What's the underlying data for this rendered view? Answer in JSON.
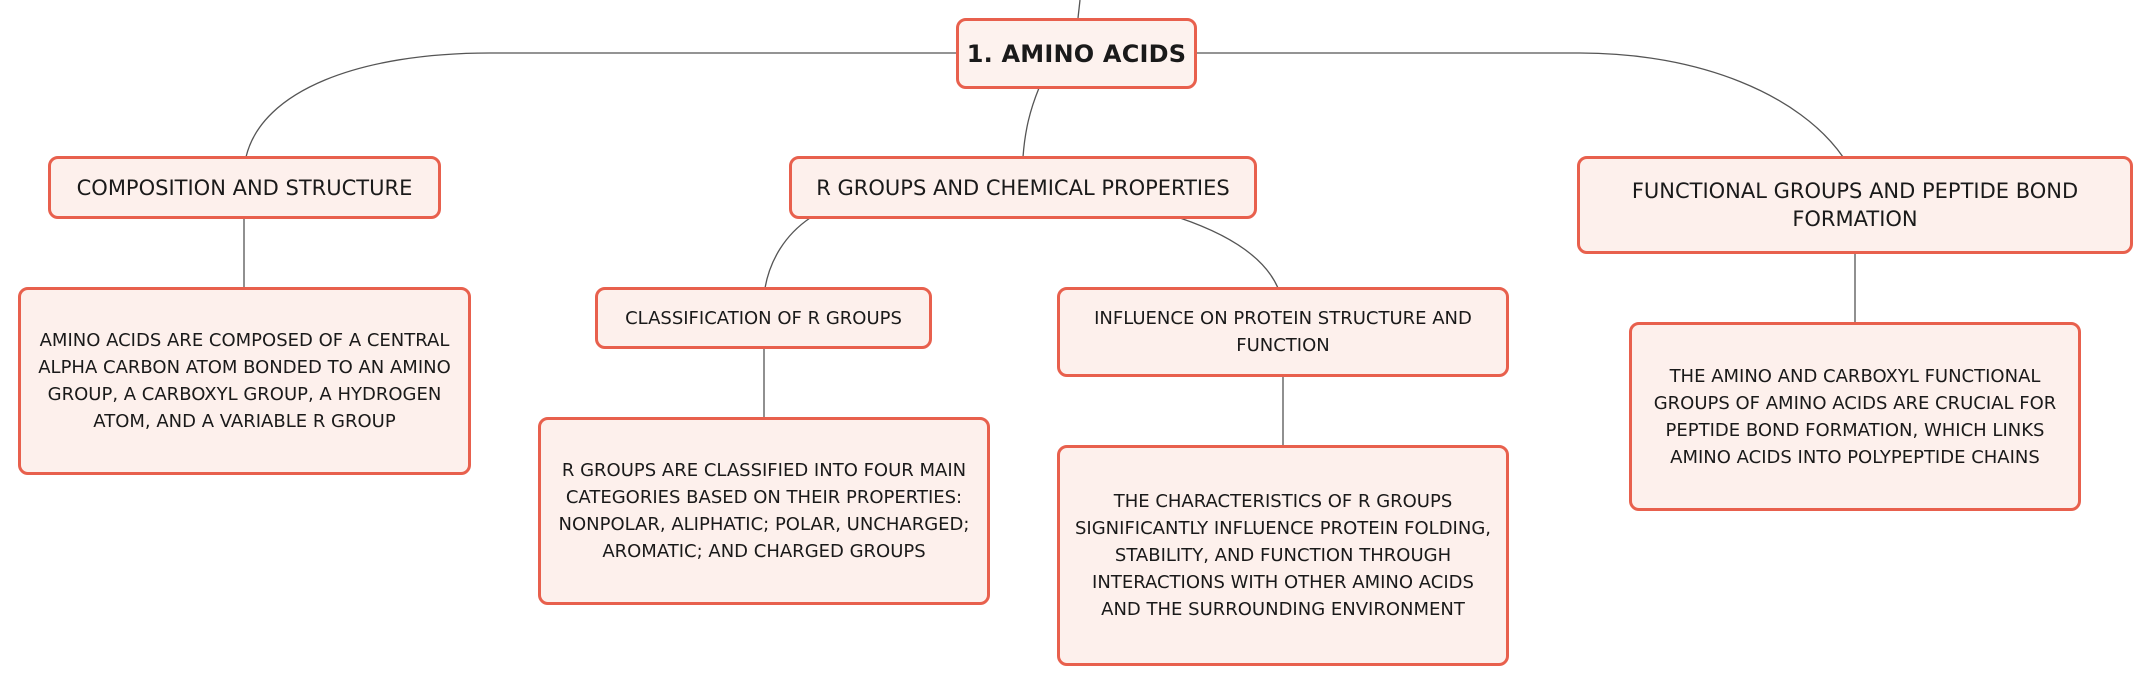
{
  "mindmap": {
    "root": {
      "label": "1. AMINO ACIDS"
    },
    "branches": [
      {
        "label": "COMPOSITION AND STRUCTURE",
        "detail": "AMINO ACIDS ARE COMPOSED OF A CENTRAL ALPHA CARBON ATOM BONDED TO AN AMINO GROUP, A CARBOXYL GROUP, A HYDROGEN ATOM, AND A VARIABLE R GROUP"
      },
      {
        "label": "R GROUPS AND CHEMICAL PROPERTIES",
        "children": [
          {
            "label": "CLASSIFICATION OF R GROUPS",
            "detail": "R GROUPS ARE CLASSIFIED INTO FOUR MAIN CATEGORIES BASED ON THEIR PROPERTIES: NONPOLAR, ALIPHATIC; POLAR, UNCHARGED; AROMATIC; AND CHARGED GROUPS"
          },
          {
            "label": "INFLUENCE ON PROTEIN STRUCTURE AND FUNCTION",
            "detail": "THE CHARACTERISTICS OF R GROUPS SIGNIFICANTLY INFLUENCE PROTEIN FOLDING, STABILITY, AND FUNCTION THROUGH INTERACTIONS WITH OTHER AMINO ACIDS AND THE SURROUNDING ENVIRONMENT"
          }
        ]
      },
      {
        "label": "FUNCTIONAL GROUPS AND PEPTIDE BOND FORMATION",
        "detail": "THE AMINO AND CARBOXYL FUNCTIONAL GROUPS OF AMINO ACIDS ARE CRUCIAL FOR PEPTIDE BOND FORMATION, WHICH LINKS AMINO ACIDS INTO POLYPEPTIDE CHAINS"
      }
    ]
  }
}
